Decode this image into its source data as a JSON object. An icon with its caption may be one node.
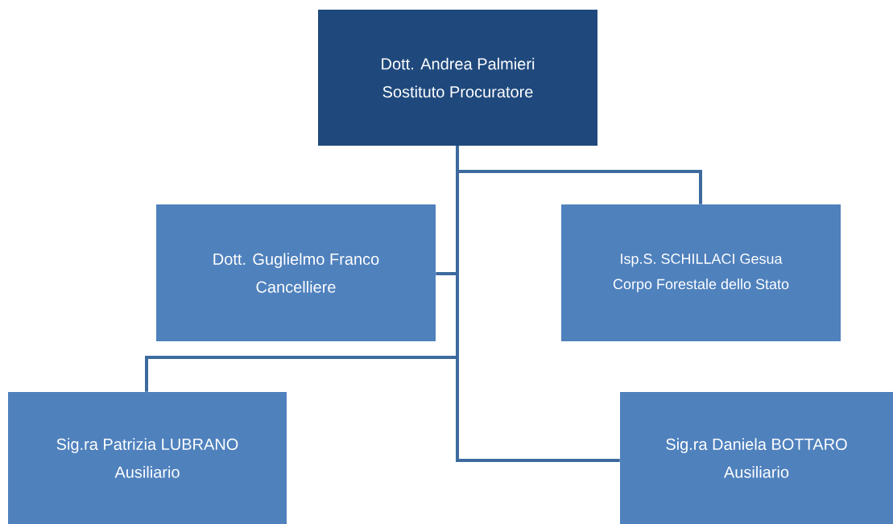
{
  "diagram": {
    "nodes": [
      {
        "text": [
          "Dott. Andrea Palmieri",
          "Sostituto Procuratore"
        ]
      },
      {
        "text": [
          "Dott. Guglielmo Franco",
          "Cancelliere"
        ]
      },
      {
        "text": [
          "Isp.S. SCHILLACI Gesua",
          "Corpo Forestale dello Stato"
        ]
      },
      {
        "text": [
          "Sig.ra Patrizia LUBRANO",
          "Ausiliario"
        ]
      },
      {
        "text": [
          "Sig.ra Daniela BOTTARO",
          "Ausiliario"
        ]
      }
    ],
    "edges": [
      {
        "from": 0,
        "to": 1,
        "arrow": "none"
      },
      {
        "from": 0,
        "to": 2,
        "arrow": "none"
      },
      {
        "from": 0,
        "to": 3,
        "arrow": "none"
      },
      {
        "from": 0,
        "to": 4,
        "arrow": "none"
      }
    ]
  }
}
